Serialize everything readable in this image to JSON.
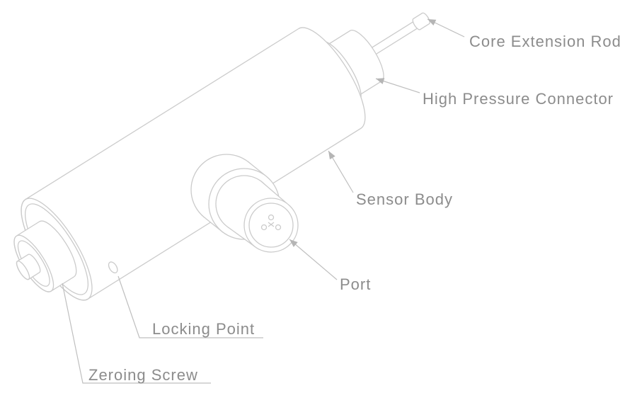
{
  "diagram": {
    "labels": {
      "core_extension_rod": "Core Extension Rod",
      "high_pressure_connector": "High Pressure Connector",
      "sensor_body": "Sensor Body",
      "port": "Port",
      "locking_point": "Locking Point",
      "zeroing_screw": "Zeroing Screw"
    },
    "colors": {
      "line": "#cbcbcb",
      "leader": "#bfbfbf",
      "arrow": "#b5b5b5",
      "text": "#8c8c8c",
      "background": "#ffffff"
    }
  }
}
